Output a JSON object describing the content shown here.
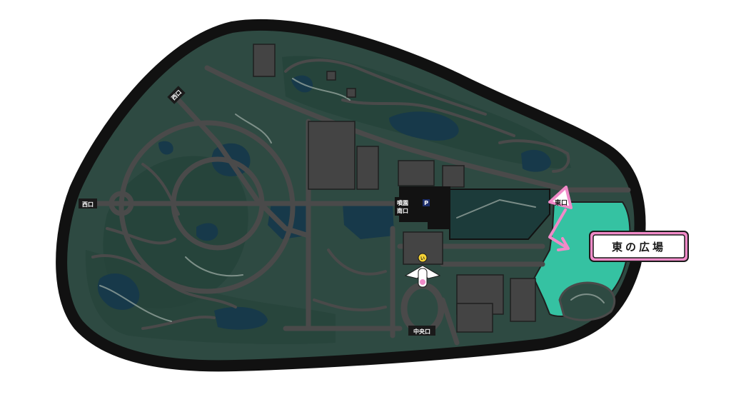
{
  "map": {
    "gates": {
      "west": "西口",
      "north_west": "西口",
      "center": "中央口",
      "east": "東口",
      "center_north_line1": "噴園",
      "center_north_line2": "南口"
    },
    "parking_symbol": "P",
    "info_badge": "い",
    "callout": {
      "label": "東の広場"
    },
    "colors": {
      "park_fill": "#2e4a42",
      "border": "#111111",
      "highlight": "#35c2a2",
      "road": "#4a4a4a",
      "pond": "#17394a",
      "callout_accent": "#f08ac8",
      "plaza_dark": "#121212"
    }
  }
}
